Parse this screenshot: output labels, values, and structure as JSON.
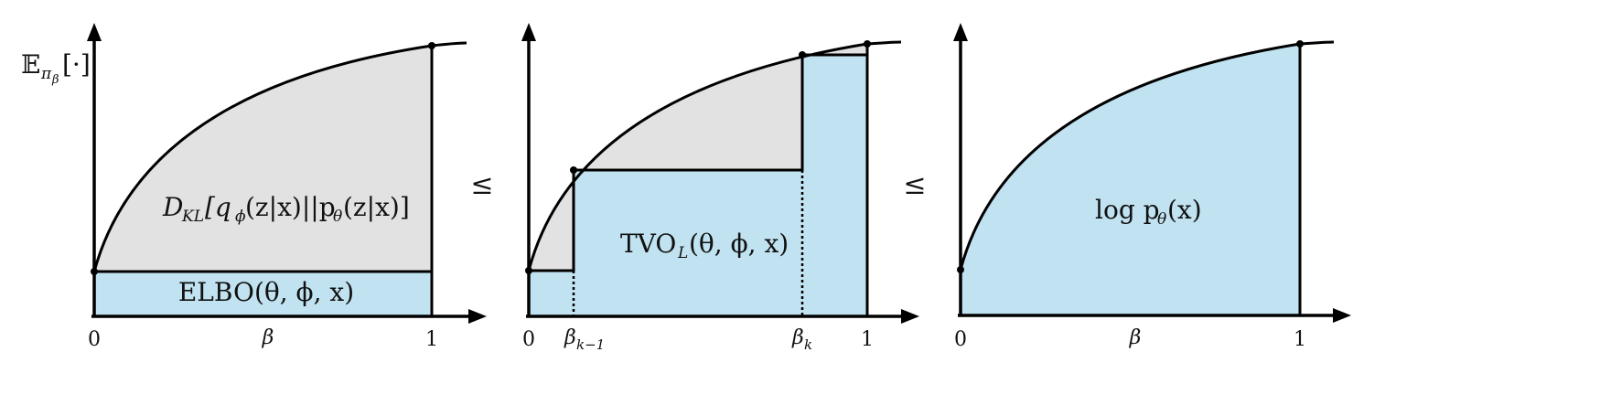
{
  "colors": {
    "gap_fill": "#e2e2e2",
    "bound_fill": "#c1e3f1",
    "stroke": "#000000"
  },
  "panels": [
    {
      "id": "elbo",
      "y_axis_label": "𝔼",
      "y_axis_sub": "π",
      "y_axis_subsub": "β",
      "y_axis_suffix": "[·]",
      "x_ticks": [
        "0",
        "1"
      ],
      "x_axis_label": "β",
      "gap_label": "D",
      "gap_label_sub": "KL",
      "gap_label_rest": "[q",
      "gap_label_phi": "ϕ",
      "gap_label_z1": "(z|x)||p",
      "gap_label_theta": "θ",
      "gap_label_z2": "(z|x)]",
      "bound_label": "ELBO(θ, ϕ, x)"
    },
    {
      "id": "tvo",
      "x_ticks": [
        "0",
        "β",
        "β",
        "1"
      ],
      "x_tick_subs": [
        "",
        "k−1",
        "k",
        ""
      ],
      "bound_label": "TVO",
      "bound_label_sub": "L",
      "bound_label_rest": "(θ, ϕ, x)"
    },
    {
      "id": "logp",
      "x_ticks": [
        "0",
        "1"
      ],
      "x_axis_label": "β",
      "area_label": "log p",
      "area_label_sub": "θ",
      "area_label_rest": "(x)"
    }
  ],
  "relations": [
    "≤",
    "≤"
  ]
}
